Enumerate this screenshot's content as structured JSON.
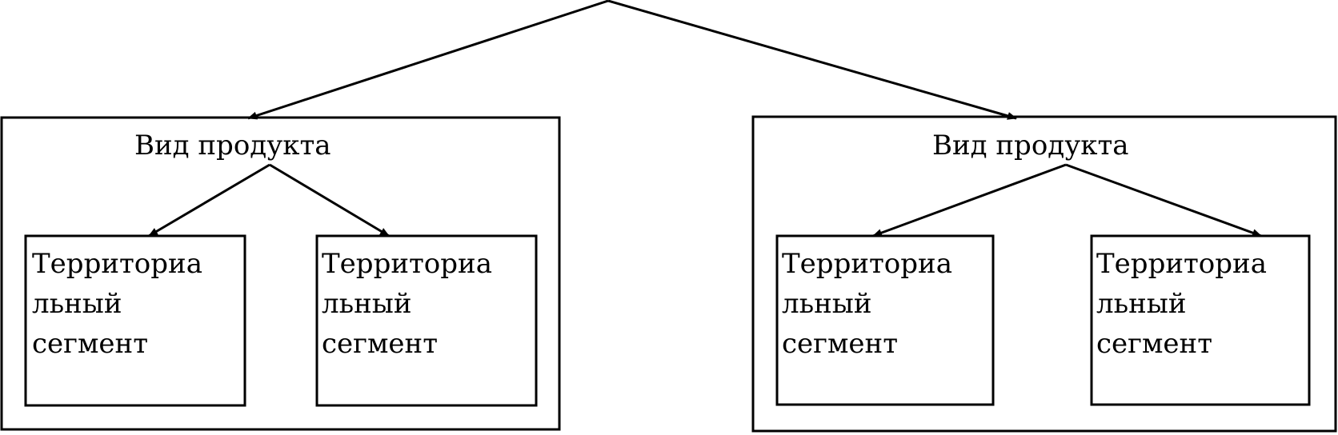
{
  "diagram": {
    "groups": [
      {
        "title": "Вид продукта",
        "children": [
          {
            "lines": [
              "Территориа",
              "льный",
              "сегмент"
            ]
          },
          {
            "lines": [
              "Территориа",
              "льный",
              "сегмент"
            ]
          }
        ]
      },
      {
        "title": "Вид продукта",
        "children": [
          {
            "lines": [
              "Территориа",
              "льный",
              "сегмент"
            ]
          },
          {
            "lines": [
              "Территориа",
              "льный",
              "сегмент"
            ]
          }
        ]
      }
    ]
  }
}
